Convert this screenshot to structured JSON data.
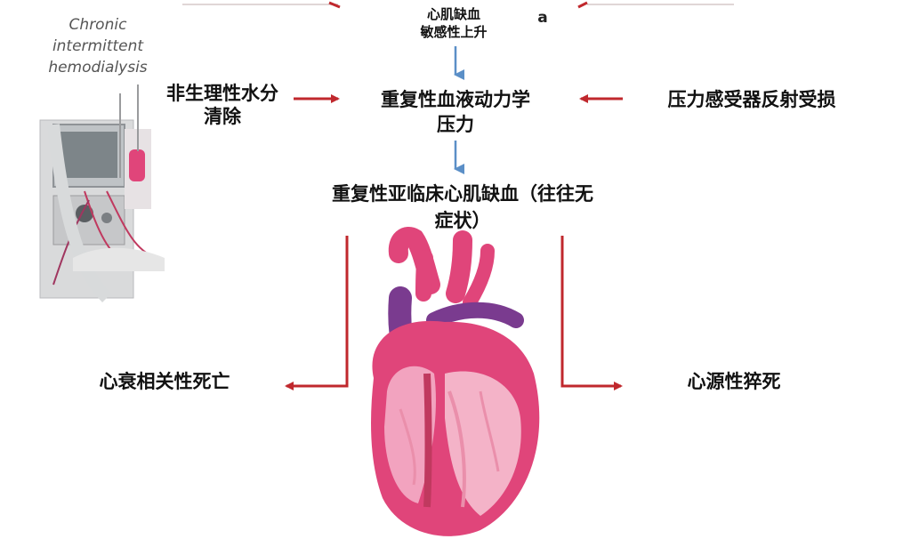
{
  "nodes": {
    "top_label": [
      "心肌缺血",
      "敏感性上升"
    ],
    "top_fragment": "a",
    "left_cause": [
      "非生理性水分",
      "清除"
    ],
    "center_stress": [
      "重复性血液动力学",
      "压力"
    ],
    "right_cause": "压力感受器反射受损",
    "middle_result": [
      "重复性亚临床心肌缺血（往往无",
      "症状）"
    ],
    "bottom_left_outcome": "心衰相关性死亡",
    "bottom_right_outcome": "心源性猝死"
  },
  "machine_caption": [
    "Chronic",
    "intermittent",
    "hemodialysis"
  ],
  "colors": {
    "red_arrow": "#c0282d",
    "blue_arrow": "#5b8fc7",
    "heart_pink": "#e0457a",
    "heart_purple": "#7a3b8f",
    "text": "#111111"
  },
  "icons": [
    "dialysis-machine-illustration",
    "heart-anatomy-illustration"
  ]
}
